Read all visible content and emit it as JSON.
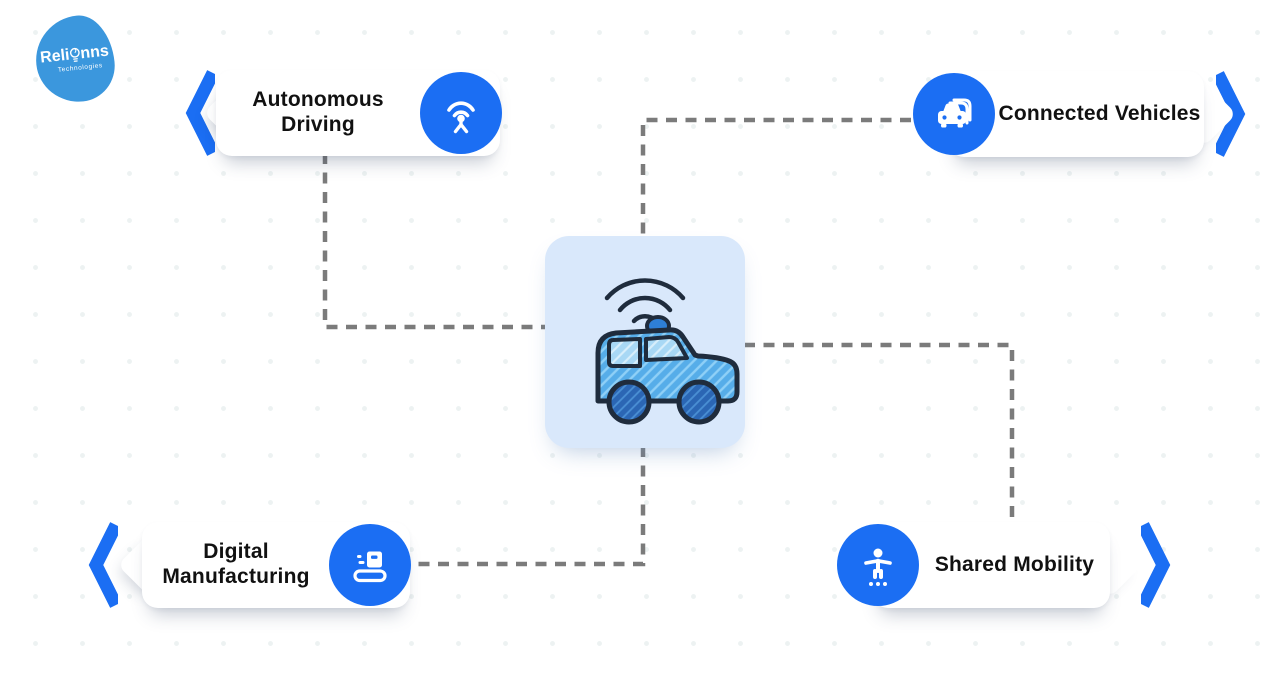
{
  "logo": {
    "brand_left": "Reli",
    "brand_right": "nns",
    "subtitle": "Technologies"
  },
  "center_card": {
    "illustration": "connected-car-with-wifi-signal"
  },
  "nodes": [
    {
      "id": "autonomous-driving",
      "label": "Autonomous Driving",
      "icon": "broadcast-antenna-icon"
    },
    {
      "id": "connected-vehicles",
      "label": "Connected Vehicles",
      "icon": "stacked-cars-icon"
    },
    {
      "id": "digital-manufacturing",
      "label": "Digital Manufacturing",
      "icon": "printer-3d-icon"
    },
    {
      "id": "shared-mobility",
      "label": "Shared Mobility",
      "icon": "person-icon"
    }
  ],
  "colors": {
    "accent_blue": "#1b6ef3",
    "logo_blue": "#3b97dd",
    "card_background": "#d9e8fb",
    "connector_gray": "#7b7b7b",
    "label_text": "#111111"
  }
}
